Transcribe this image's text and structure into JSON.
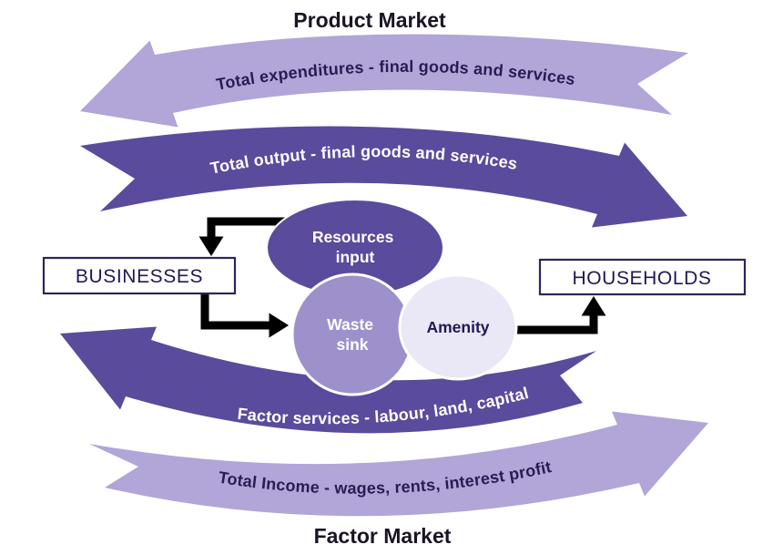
{
  "titles": {
    "top": "Product Market",
    "bottom": "Factor Market"
  },
  "flows": {
    "expenditures": {
      "label": "Total expenditures - final goods and services",
      "direction": "left",
      "style": "light"
    },
    "output": {
      "label": "Total output - final goods and services",
      "direction": "right",
      "style": "dark"
    },
    "factor_services": {
      "label": "Factor services - labour, land, capital",
      "direction": "left",
      "style": "dark"
    },
    "income": {
      "label": "Total Income - wages, rents, interest profit",
      "direction": "right",
      "style": "light"
    }
  },
  "nodes": {
    "businesses": {
      "label": "BUSINESSES"
    },
    "households": {
      "label": "HOUSEHOLDS"
    },
    "resources": {
      "line1": "Resources",
      "line2": "input"
    },
    "waste": {
      "line1": "Waste",
      "line2": "sink"
    },
    "amenity": {
      "label": "Amenity"
    }
  },
  "colors": {
    "light_arrow": "#b2a5d7",
    "dark_arrow": "#5a4b9c",
    "waste_fill": "#9e91cb",
    "amenity_fill": "#eae7f6",
    "ink": "#231753",
    "title_ink": "#1a1423",
    "box_border": "#2c2460",
    "arrow_text_light": "#2b1a55",
    "arrow_text_dark": "#ffffff",
    "connector": "#000000"
  }
}
